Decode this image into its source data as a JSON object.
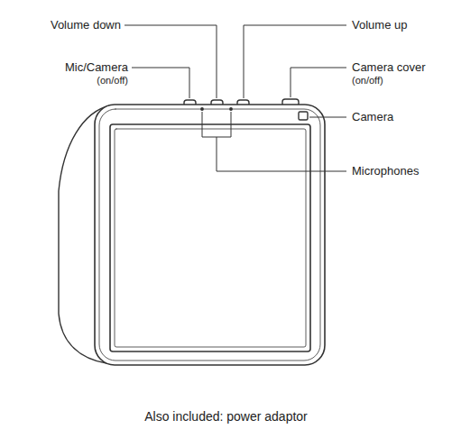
{
  "diagram": {
    "caption": "Also included: power adaptor",
    "labels": [
      "Volume down",
      "Volume up",
      "Mic/Camera",
      "(on/off)",
      "Camera cover",
      "(on/off)",
      "Camera",
      "Microphones"
    ]
  }
}
